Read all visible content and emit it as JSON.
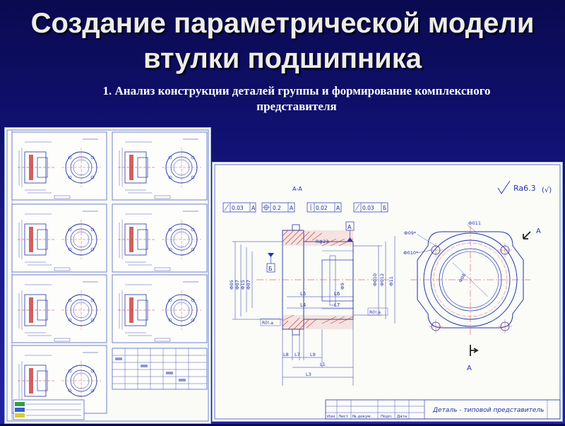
{
  "slide": {
    "title_line1": "Создание параметрической модели",
    "title_line2": "втулки подшипника",
    "subtitle_line1": "1. Анализ конструкции деталей группы и формирование комплексного",
    "subtitle_line2": "представителя"
  },
  "drawing": {
    "section_label": "А-А",
    "roughness": "Ra6.3",
    "roughness_suffix": "(√)",
    "tol_flatness": "0.03",
    "tol_flatness_datum": "А",
    "tol_position": "0.2",
    "tol_position_datum": "А",
    "tol_perp": "0.02",
    "tol_perp_datum": "А",
    "tol_runout": "0.03",
    "tol_runout_datum": "Б",
    "datum_a": "А",
    "datum_b": "Б",
    "view_label_top": "А",
    "view_label_bottom": "А",
    "chamfer": "Rф23",
    "dims_left": [
      "Ф05",
      "Ф07",
      "Ф15",
      "Ф07"
    ],
    "dims_right": [
      "Ф010",
      "Ф012",
      "Ф11"
    ],
    "dim_d9": "Ф9",
    "dim_l5": "L5",
    "dim_l4": "L4",
    "dim_l6": "L6",
    "dim_l7": "L7",
    "dim_l8": "L8",
    "dim_l9": "L9",
    "dim_l1": "L1",
    "dim_l3": "L3",
    "fillet_label": "R0!.a",
    "hole_09": "Ф09*",
    "hole_010": "Ф010*",
    "hole_011": "Ф011",
    "bore_label": "Ф08",
    "title_block_text": "Деталь - типовой представитель",
    "title_block_headers": [
      "Изм",
      "Лист",
      "№ докум.",
      "Подп.",
      "Дата"
    ]
  },
  "thumbnails": {
    "sheet_count": 8
  }
}
